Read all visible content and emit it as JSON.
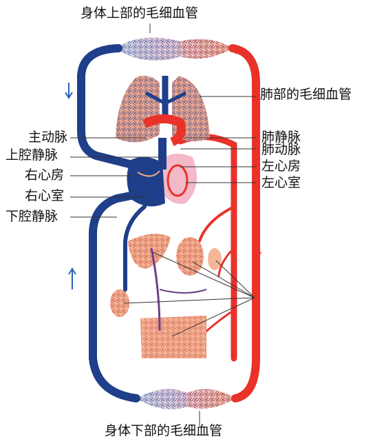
{
  "labels": {
    "upper_capillaries": "身体上部的毛细血管",
    "lower_capillaries": "身体下部的毛细血管",
    "lung_capillaries": "肺部的毛细血管",
    "aorta": "主动脉",
    "superior_vena_cava": "上腔静脉",
    "right_atrium": "右心房",
    "right_ventricle": "右心室",
    "inferior_vena_cava": "下腔静脉",
    "pulmonary_vein": "肺静脉",
    "pulmonary_artery": "肺动脉",
    "left_atrium": "左心房",
    "left_ventricle": "左心室"
  },
  "colors": {
    "vein": "#1f3f8a",
    "artery": "#e8322a",
    "capillary": "#f3a78c",
    "heart_left": "#f3b9c8",
    "label_line": "#333333"
  }
}
